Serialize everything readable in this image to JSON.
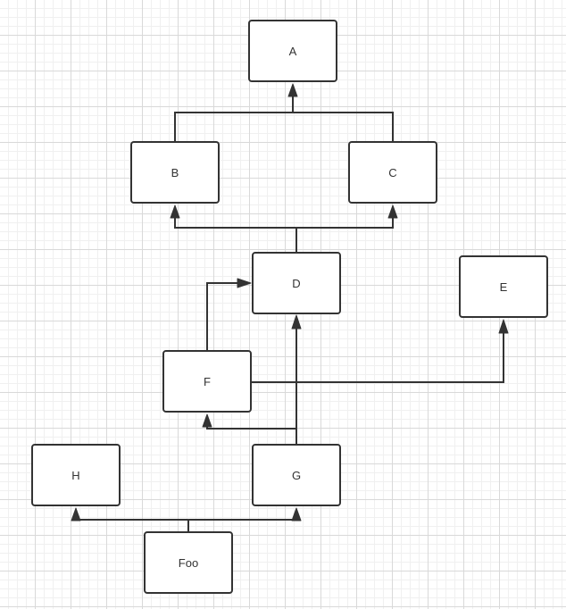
{
  "nodes": {
    "a": "A",
    "b": "B",
    "c": "C",
    "d": "D",
    "e": "E",
    "f": "F",
    "g": "G",
    "h": "H",
    "foo": "Foo"
  },
  "edges": [
    {
      "from": "B",
      "to": "A"
    },
    {
      "from": "C",
      "to": "A"
    },
    {
      "from": "D",
      "to": "B"
    },
    {
      "from": "D",
      "to": "C"
    },
    {
      "from": "F",
      "to": "D"
    },
    {
      "from": "F",
      "to": "E"
    },
    {
      "from": "G",
      "to": "D"
    },
    {
      "from": "G",
      "to": "F"
    },
    {
      "from": "Foo",
      "to": "H"
    },
    {
      "from": "Foo",
      "to": "G"
    }
  ],
  "colors": {
    "stroke": "#333333",
    "node_fill": "#ffffff",
    "grid_minor": "#f0f0f0",
    "grid_major": "#d9d9d9"
  }
}
